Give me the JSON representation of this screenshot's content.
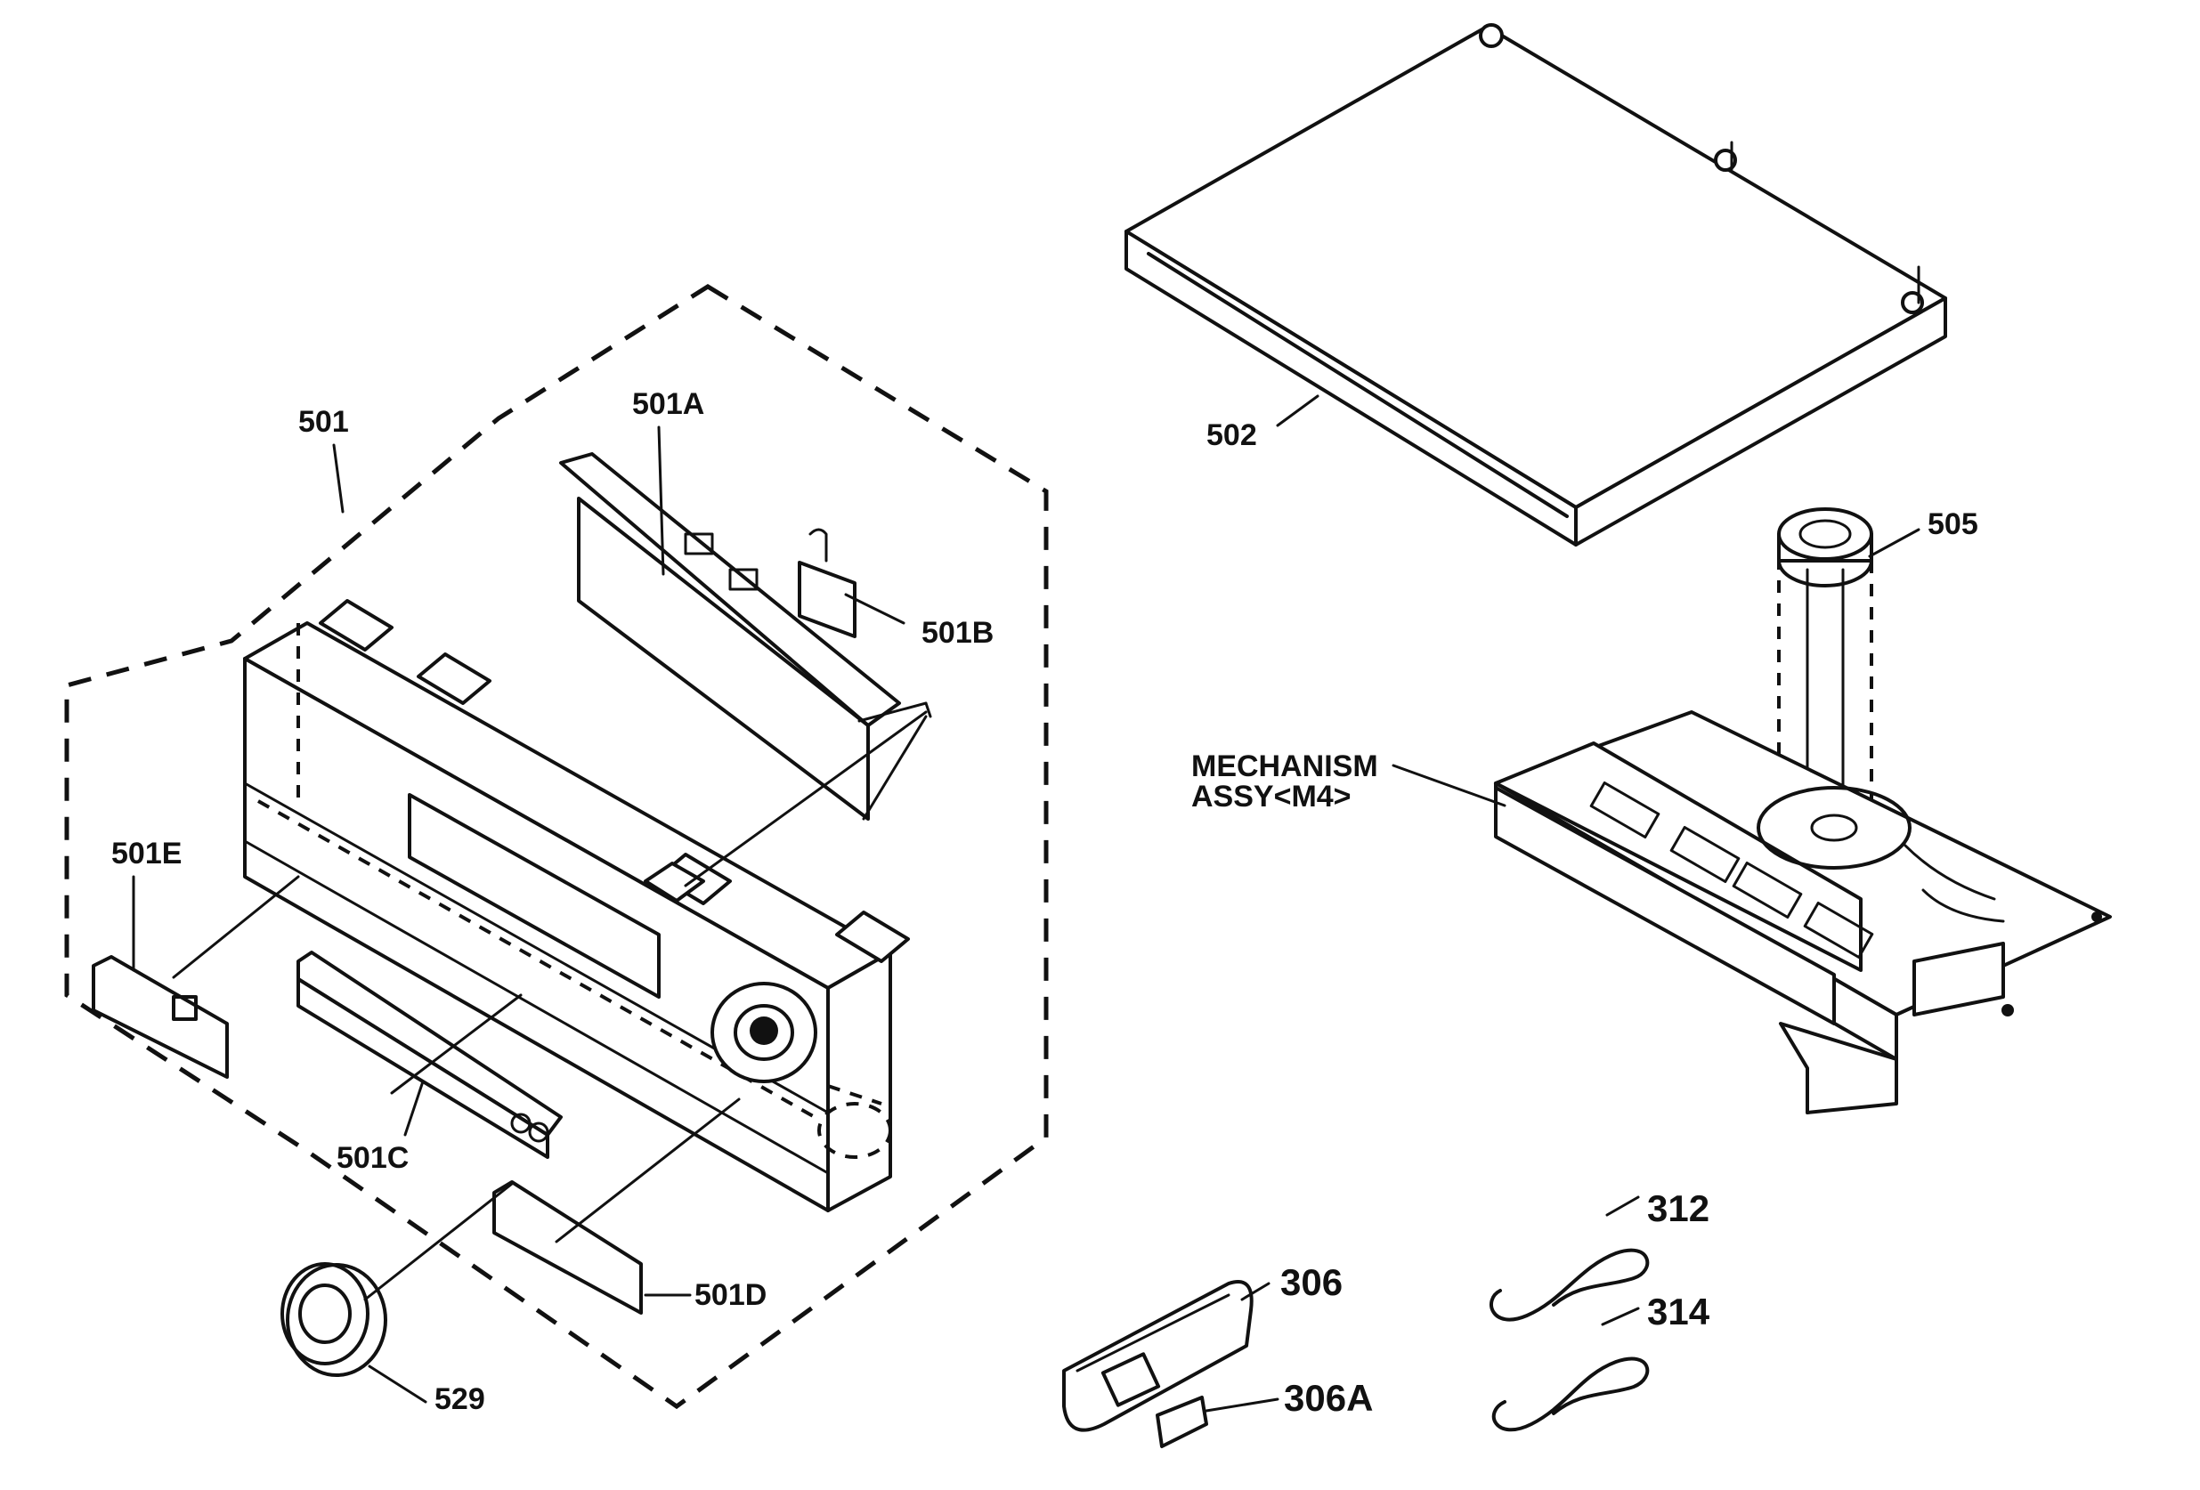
{
  "labels": {
    "l501": "501",
    "l501A": "501A",
    "l501B": "501B",
    "l501C": "501C",
    "l501D": "501D",
    "l501E": "501E",
    "l502": "502",
    "l505": "505",
    "l529": "529",
    "l306": "306",
    "l306A": "306A",
    "l312": "312",
    "l314": "314",
    "mech1": "MECHANISM",
    "mech2": "ASSY<M4>"
  }
}
